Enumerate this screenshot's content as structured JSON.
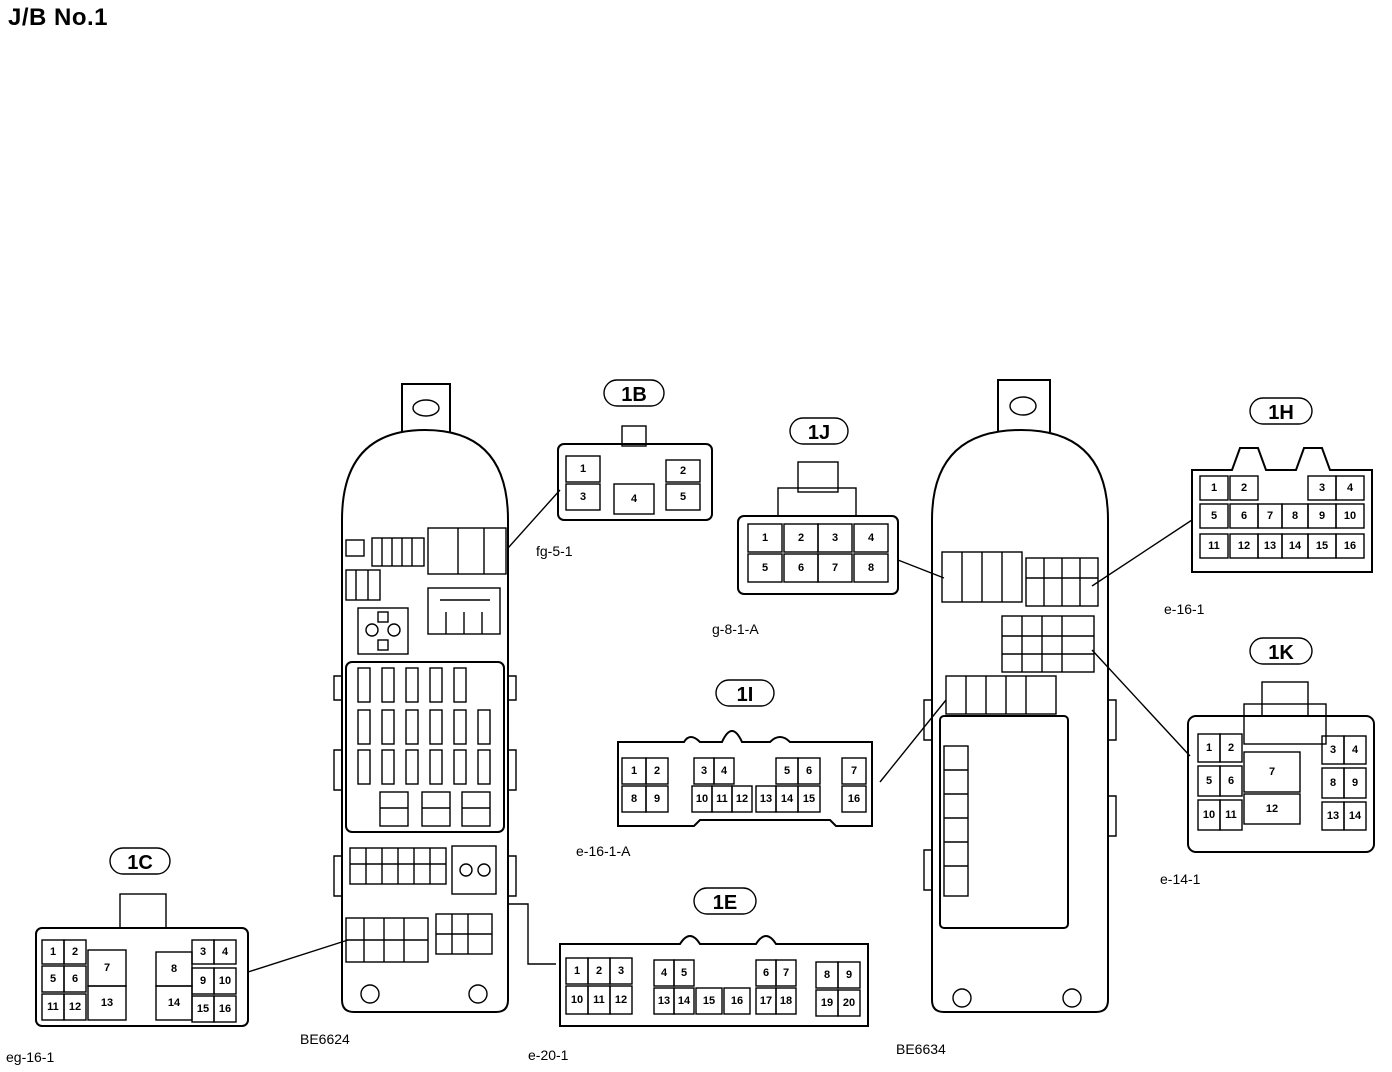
{
  "title": "J/B No.1",
  "blocks": [
    {
      "code": "BE6624"
    },
    {
      "code": "BE6634"
    }
  ],
  "connectors": [
    {
      "id": "1B",
      "part": "fg-5-1",
      "pins": [
        "1",
        "2",
        "3",
        "4",
        "5"
      ]
    },
    {
      "id": "1J",
      "part": "g-8-1-A",
      "pins": [
        "1",
        "2",
        "3",
        "4",
        "5",
        "6",
        "7",
        "8"
      ]
    },
    {
      "id": "1H",
      "part": "e-16-1",
      "pins": [
        "1",
        "2",
        "3",
        "4",
        "5",
        "6",
        "7",
        "8",
        "9",
        "10",
        "11",
        "12",
        "13",
        "14",
        "15",
        "16"
      ]
    },
    {
      "id": "1K",
      "part": "e-14-1",
      "pins": [
        "1",
        "2",
        "3",
        "4",
        "5",
        "6",
        "7",
        "8",
        "9",
        "10",
        "11",
        "12",
        "13",
        "14"
      ]
    },
    {
      "id": "1I",
      "part": "e-16-1-A",
      "pins": [
        "1",
        "2",
        "3",
        "4",
        "5",
        "6",
        "7",
        "8",
        "9",
        "10",
        "11",
        "12",
        "13",
        "14",
        "15",
        "16"
      ]
    },
    {
      "id": "1C",
      "part": "eg-16-1",
      "pins": [
        "1",
        "2",
        "3",
        "4",
        "5",
        "6",
        "7",
        "8",
        "9",
        "10",
        "11",
        "12",
        "13",
        "14",
        "15",
        "16"
      ]
    },
    {
      "id": "1E",
      "part": "e-20-1",
      "pins": [
        "1",
        "2",
        "3",
        "4",
        "5",
        "6",
        "7",
        "8",
        "9",
        "10",
        "11",
        "12",
        "13",
        "14",
        "15",
        "16",
        "17",
        "18",
        "19",
        "20"
      ]
    }
  ]
}
